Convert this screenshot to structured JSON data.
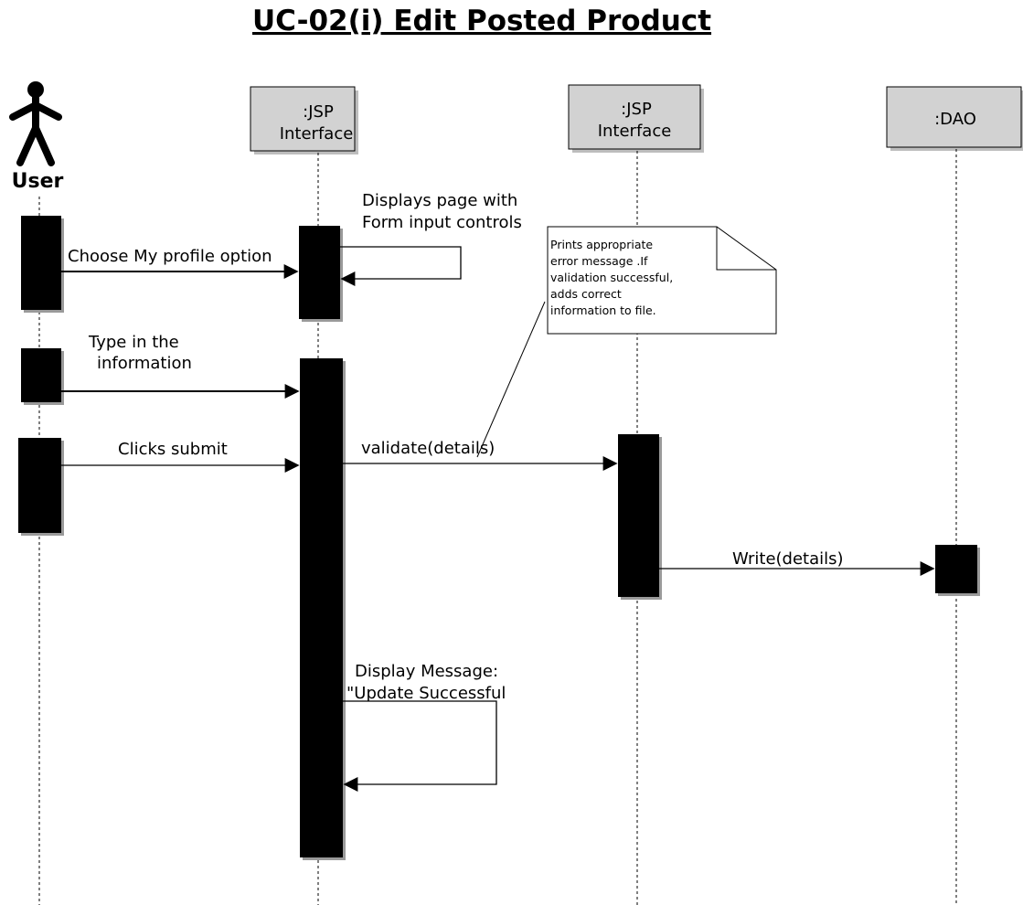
{
  "diagram": {
    "title": "UC-02(i) Edit Posted Product",
    "actor": {
      "name": "User"
    },
    "participants": [
      {
        "line1": ":JSP",
        "line2": "Interface"
      },
      {
        "line1": ":JSP",
        "line2": "Interface"
      },
      {
        "line1": ":DAO",
        "line2": ""
      }
    ],
    "messages": {
      "m1": "Choose My profile option",
      "m2a": "Displays page with",
      "m2b": "Form input controls",
      "m3a": "Type in the",
      "m3b": "information",
      "m4": "Clicks submit",
      "m5": "validate(details)",
      "m6": "Write(details)",
      "m7a": "Display Message:",
      "m7b": "\"Update Successful"
    },
    "note": {
      "lines": [
        "Prints appropriate",
        "error message .If",
        "validation successful,",
        "adds correct",
        "information to file."
      ]
    }
  }
}
